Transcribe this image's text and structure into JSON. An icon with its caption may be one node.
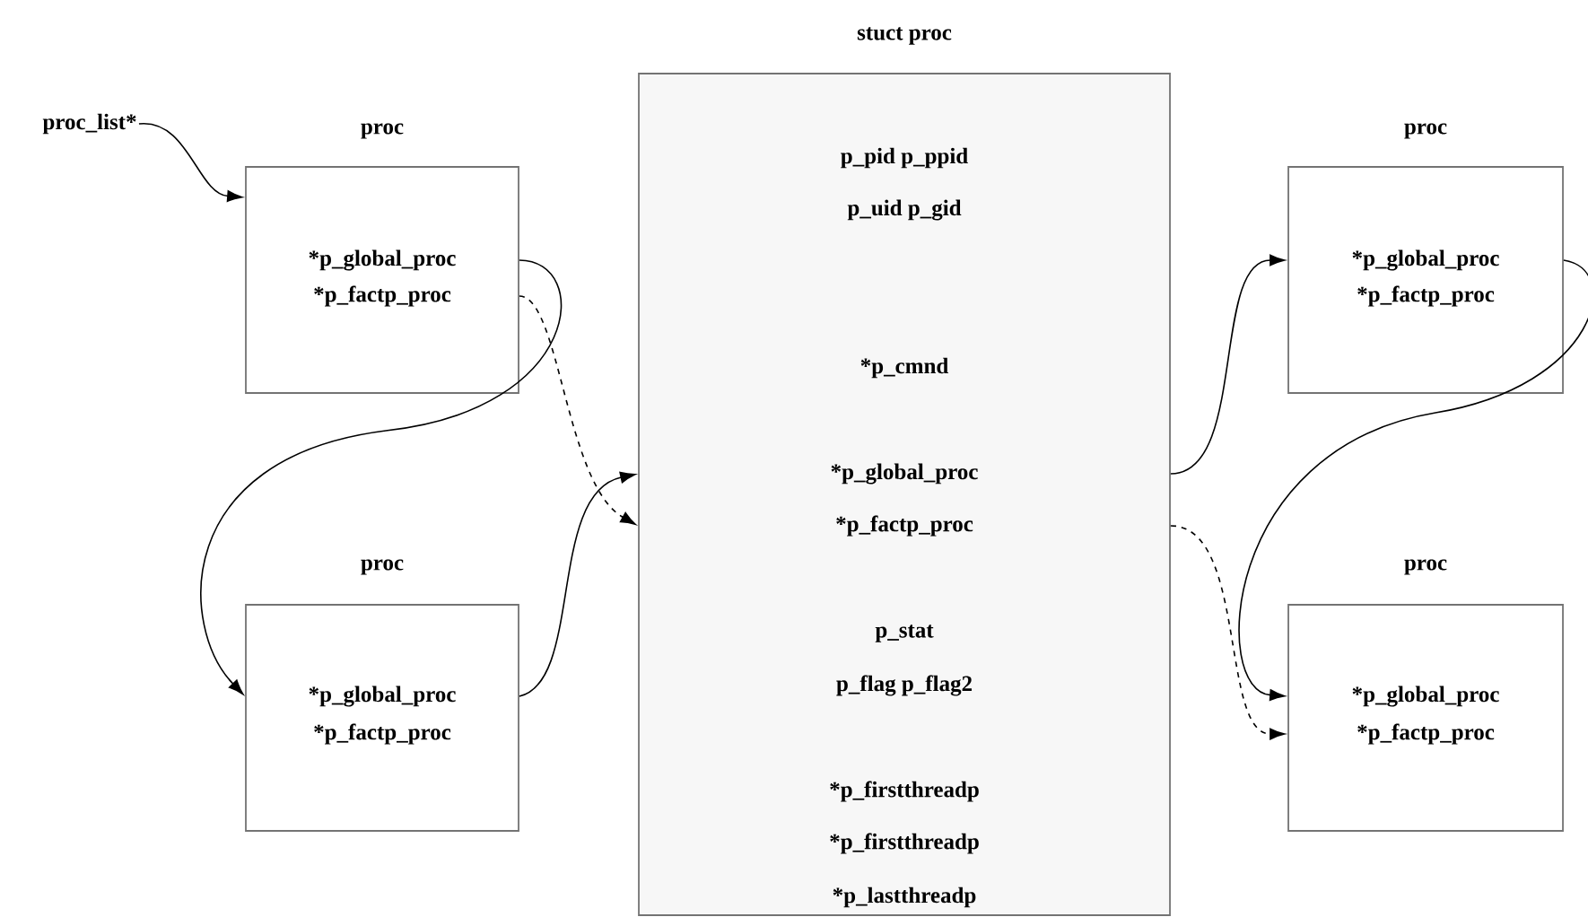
{
  "diagram": {
    "nodes": [
      {
        "text": [
          "proc_list*"
        ]
      },
      {
        "text": [
          "proc",
          "*p_global_proc",
          "*p_factp_proc"
        ]
      },
      {
        "text": [
          "proc",
          "*p_global_proc",
          "*p_factp_proc"
        ]
      },
      {
        "text": [
          "stuct  proc",
          "p_pid  p_ppid",
          "p_uid  p_gid",
          "*p_cmnd",
          "*p_global_proc",
          "*p_factp_proc",
          "p_stat",
          "p_flag  p_flag2",
          "*p_firstthreadp",
          "*p_firstthreadp",
          "*p_lastthreadp"
        ]
      },
      {
        "text": [
          "proc",
          "*p_global_proc",
          "*p_factp_proc"
        ]
      },
      {
        "text": [
          "proc",
          "*p_global_proc",
          "*p_factp_proc"
        ]
      }
    ],
    "edges": [
      {
        "from": 0,
        "to": 1,
        "arrow": "to"
      },
      {
        "from": 1,
        "to": 2,
        "arrow": "to"
      },
      {
        "from": 1,
        "to": 3,
        "arrow": "to",
        "style": "dashed"
      },
      {
        "from": 2,
        "to": 3,
        "arrow": "to"
      },
      {
        "from": 3,
        "to": 4,
        "arrow": "to"
      },
      {
        "from": 3,
        "to": 5,
        "arrow": "to",
        "style": "dashed"
      },
      {
        "from": 4,
        "to": 5,
        "arrow": "to"
      }
    ]
  }
}
